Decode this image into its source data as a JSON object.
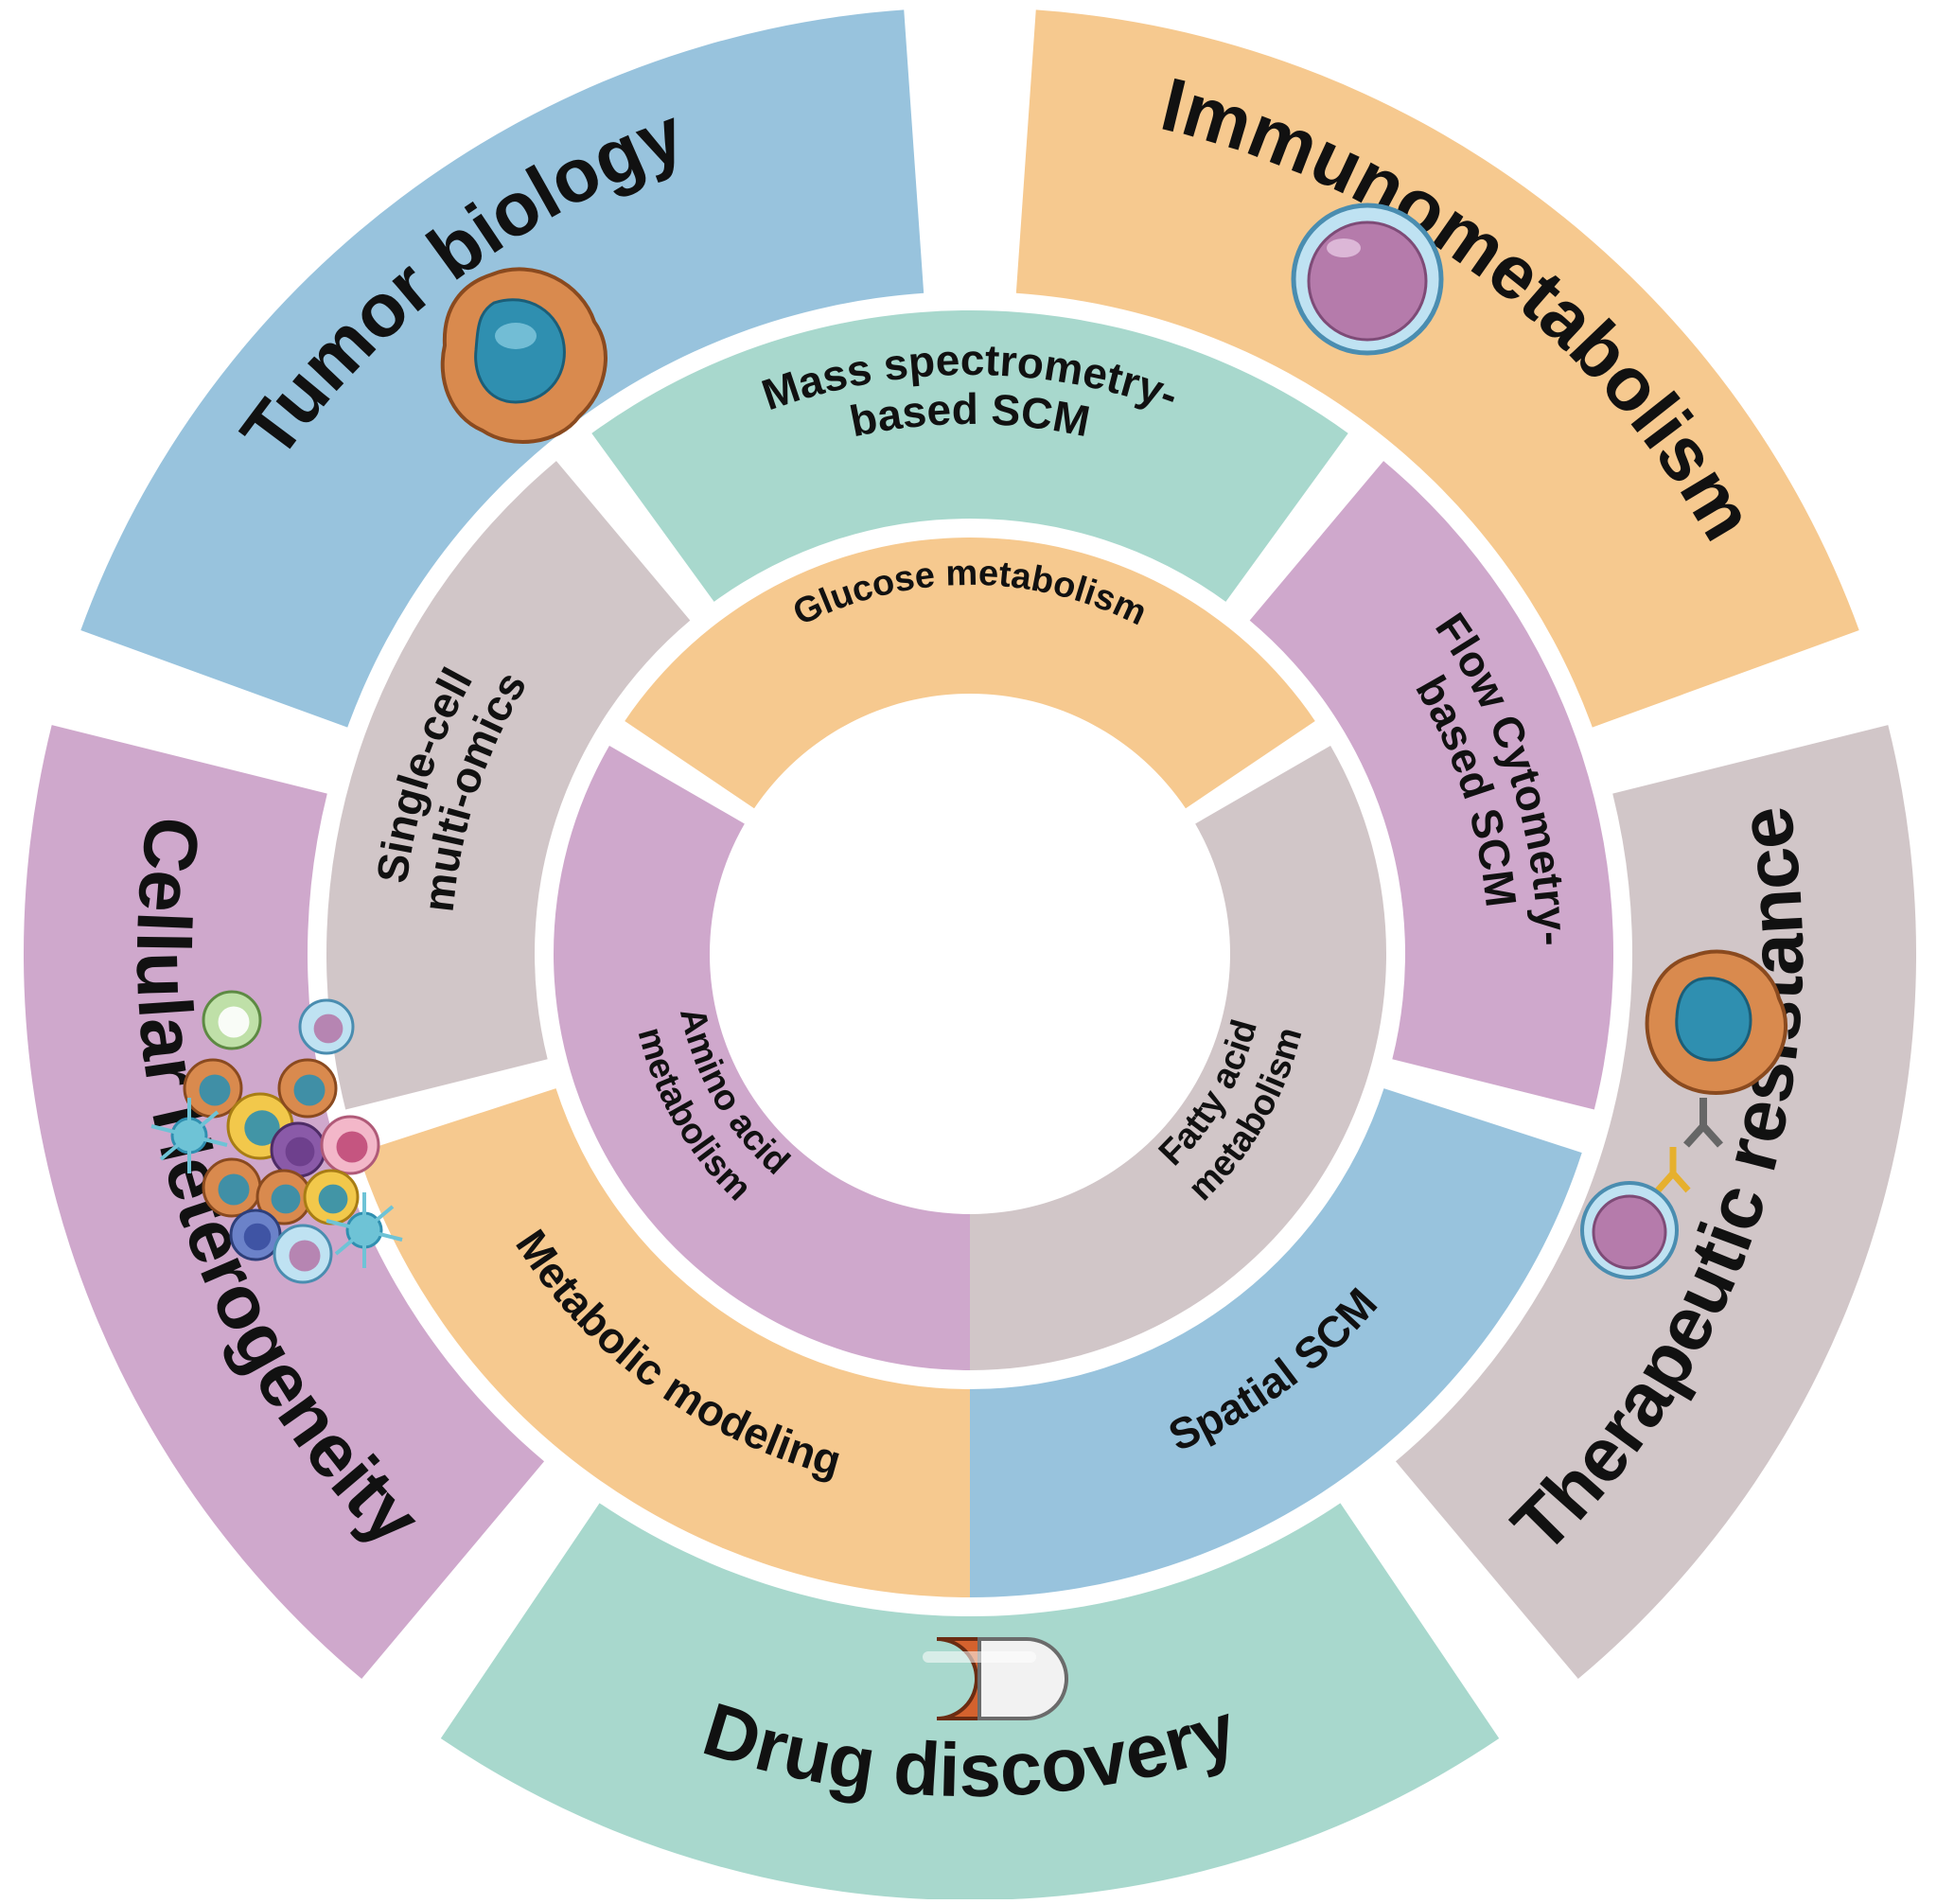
{
  "outer_ring": [
    {
      "label": "Tumor biology",
      "color": "#98c3dd",
      "icon": "tumor-cell-icon",
      "bold": true
    },
    {
      "label": "Immunometabolism",
      "color": "#f6c98f",
      "icon": "immune-cell-icon",
      "bold": true
    },
    {
      "label": "Therapeutic resistance",
      "color": "#d1c6c8",
      "icon": "cell-antibody-icon",
      "bold": false
    },
    {
      "label": "Drug discovery",
      "color": "#a8d8cd",
      "icon": "capsule-icon",
      "bold": true
    },
    {
      "label": "Cellular Heterogeneity",
      "color": "#cfa8cc",
      "icon": "cell-cluster-icon",
      "bold": false
    }
  ],
  "middle_ring": [
    {
      "lines": [
        "Mass spectrometry-",
        "based SCM"
      ],
      "color": "#a8d8cd"
    },
    {
      "lines": [
        "Flow Cytometry-",
        "based SCM"
      ],
      "color": "#cfa8cc"
    },
    {
      "lines": [
        "Spatial SCM"
      ],
      "color": "#98c3dd"
    },
    {
      "lines": [
        "Metabolic modeling"
      ],
      "color": "#f6c98f"
    },
    {
      "lines": [
        "Single-cell",
        "multi-omics"
      ],
      "color": "#d1c6c8"
    }
  ],
  "inner_ring": [
    {
      "lines": [
        "Glucose metabolism"
      ],
      "color": "#f6c98f"
    },
    {
      "lines": [
        "Fatty acid",
        "metabolism"
      ],
      "color": "#d1c6c8"
    },
    {
      "lines": [
        "Amino acid",
        "metabolism"
      ],
      "color": "#cfa8cc"
    }
  ]
}
